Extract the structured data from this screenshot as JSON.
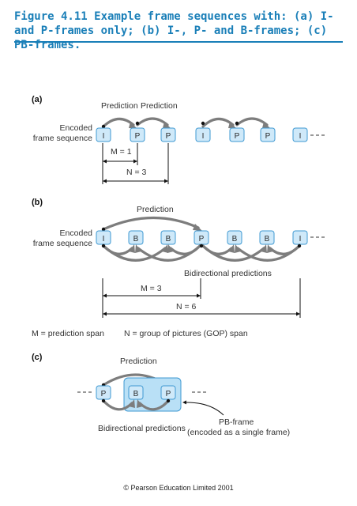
{
  "title": "Figure 4.11  Example frame sequences with: (a) I- and P-frames only; (b) I-, P- and B-frames; (c) PB-frames.",
  "copyright": "© Pearson Education Limited 2001",
  "colors": {
    "title": "#1a7fb8",
    "frame_fill": "#cfe9f9",
    "frame_stroke": "#3f99d2",
    "arrow": "#7d7d7d",
    "pb_fill": "#b9e0f6"
  },
  "sections": {
    "a": {
      "label": "(a)",
      "encoded_label": [
        "Encoded",
        "frame sequence"
      ],
      "frames": [
        "I",
        "P",
        "P",
        "I",
        "P",
        "P",
        "I"
      ],
      "prediction_labels": [
        "Prediction",
        "Prediction"
      ],
      "m_label": "M = 1",
      "n_label": "N = 3"
    },
    "b": {
      "label": "(b)",
      "encoded_label": [
        "Encoded",
        "frame sequence"
      ],
      "frames": [
        "I",
        "B",
        "B",
        "P",
        "B",
        "B",
        "I"
      ],
      "prediction_label": "Prediction",
      "bidirectional_label": "Bidirectional predictions",
      "m_label": "M = 3",
      "n_label": "N = 6"
    },
    "legend": {
      "m_def": "M = prediction span",
      "n_def": "N = group of pictures (GOP) span"
    },
    "c": {
      "label": "(c)",
      "frames": [
        "P",
        "B",
        "P"
      ],
      "prediction_label": "Prediction",
      "bidirectional_label": "Bidirectional predictions",
      "pb_label": [
        "PB-frame",
        "(encoded as a single frame)"
      ]
    }
  }
}
